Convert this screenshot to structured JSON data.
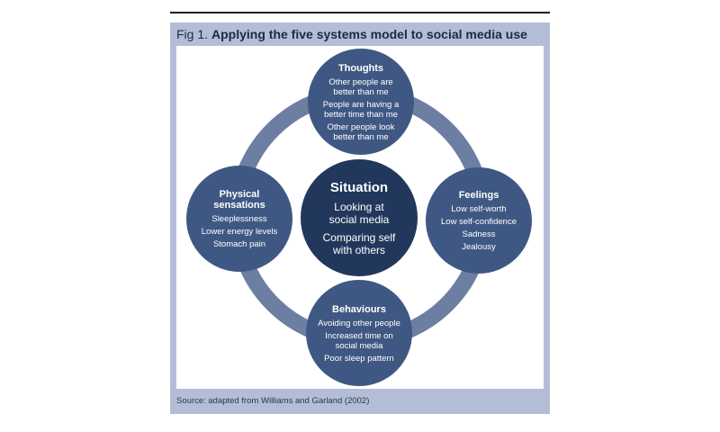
{
  "figure": {
    "number": "Fig 1.",
    "title": "Applying the five systems model to social media use",
    "source": "Source: adapted from Williams and Garland (2002)"
  },
  "diagram": {
    "center": {
      "title": "Situation",
      "items": [
        "Looking at social media",
        "Comparing self with others"
      ]
    },
    "nodes": {
      "thoughts": {
        "title": "Thoughts",
        "items": [
          "Other people are better than me",
          "People are having a better time than me",
          "Other people look better than me"
        ]
      },
      "feelings": {
        "title": "Feelings",
        "items": [
          "Low self-worth",
          "Low self-confidence",
          "Sadness",
          "Jealousy"
        ]
      },
      "behaviours": {
        "title": "Behaviours",
        "items": [
          "Avoiding other people",
          "Increased time on social media",
          "Poor sleep pattern"
        ]
      },
      "physical": {
        "title": "Physical sensations",
        "items": [
          "Sleeplessness",
          "Lower energy levels",
          "Stomach pain"
        ]
      }
    }
  },
  "colors": {
    "panel": "#b3bed6",
    "ring": "#6c7fa2",
    "outer_circle": "#3f5883",
    "center_circle": "#22375c",
    "title_text": "#1c2a45"
  }
}
